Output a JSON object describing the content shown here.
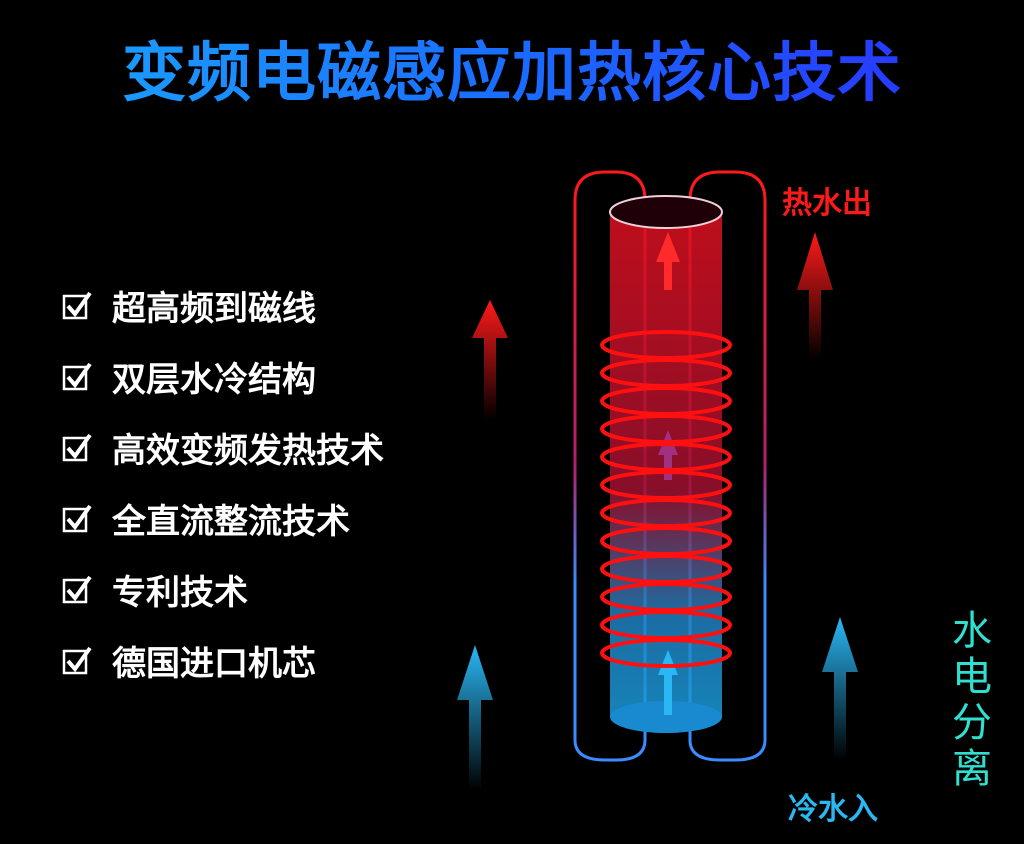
{
  "title": "变频电磁感应加热核心技术",
  "features": [
    "超高频到磁线",
    "双层水冷结构",
    "高效变频发热技术",
    "全直流整流技术",
    "专利技术",
    "德国进口机芯"
  ],
  "labels": {
    "hot_out": "热水出",
    "cold_in": "冷水入",
    "separation": "水电分离"
  },
  "colors": {
    "hot": "#ff1a1a",
    "cold": "#29b8f2",
    "title": "#1a6cff",
    "separation": "#2fe0d0"
  }
}
